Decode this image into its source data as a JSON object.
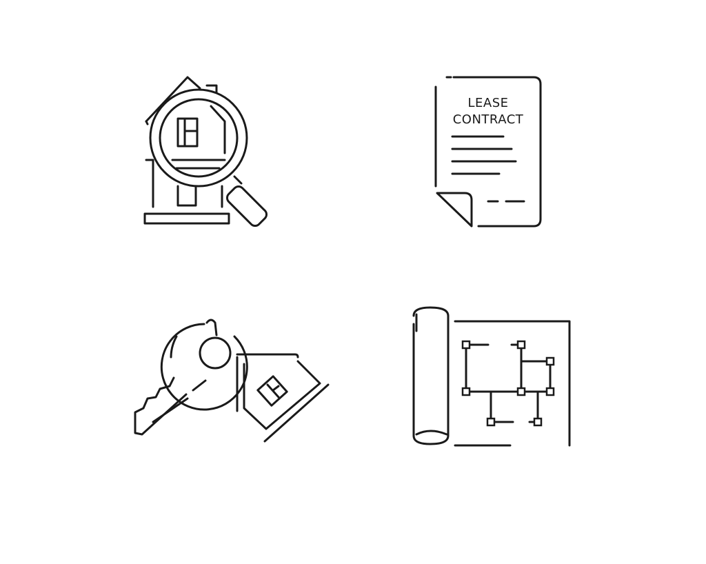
{
  "icons": [
    {
      "id": "house-search",
      "icon": "house-magnifier-icon"
    },
    {
      "id": "lease-contract",
      "icon": "document-icon",
      "line1": "LEASE",
      "line2": "CONTRACT"
    },
    {
      "id": "house-key",
      "icon": "key-with-house-tag-icon"
    },
    {
      "id": "floor-plan",
      "icon": "blueprint-floor-plan-icon"
    }
  ],
  "colors": {
    "stroke": "#1a1a1a",
    "background": "#ffffff"
  }
}
